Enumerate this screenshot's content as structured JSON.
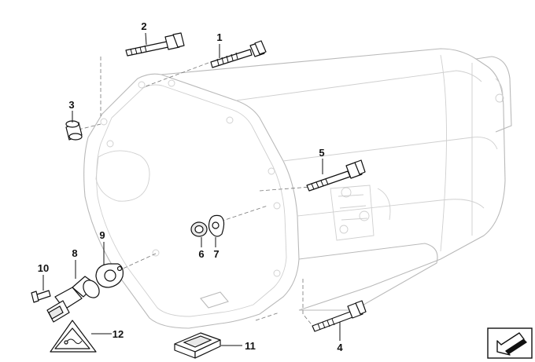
{
  "diagram": {
    "callouts": [
      {
        "id": "1",
        "text": "1"
      },
      {
        "id": "2",
        "text": "2"
      },
      {
        "id": "3",
        "text": "3"
      },
      {
        "id": "4",
        "text": "4"
      },
      {
        "id": "5",
        "text": "5"
      },
      {
        "id": "6",
        "text": "6"
      },
      {
        "id": "7",
        "text": "7"
      },
      {
        "id": "8",
        "text": "8"
      },
      {
        "id": "9",
        "text": "9"
      },
      {
        "id": "10",
        "text": "10"
      },
      {
        "id": "11",
        "text": "11"
      },
      {
        "id": "12",
        "text": "12"
      }
    ],
    "colors": {
      "line": "#111111",
      "ghost": "#b9b9b9",
      "background": "#ffffff"
    }
  }
}
